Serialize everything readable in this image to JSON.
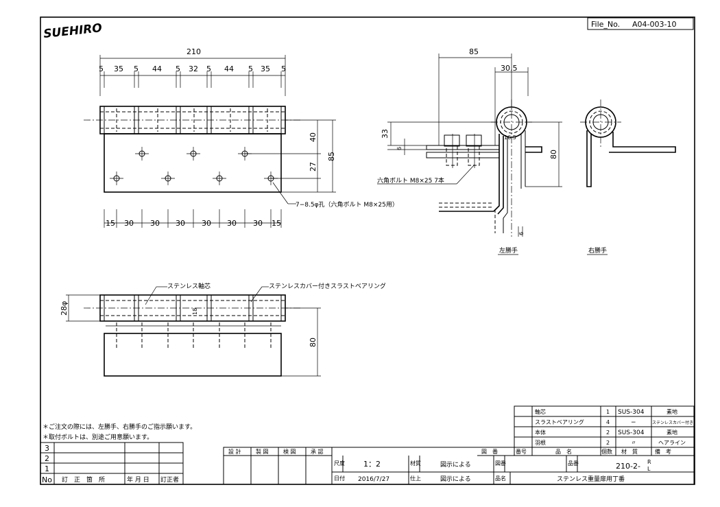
{
  "header": {
    "logo_text": "SUEHIRO",
    "file_label": "File_No.",
    "file_no": "A04-003-10"
  },
  "front_view": {
    "overall_width": "210",
    "segments_top": [
      "5",
      "35",
      "5",
      "44",
      "5",
      "32",
      "5",
      "44",
      "5",
      "35",
      "5"
    ],
    "height_overall": "85",
    "height_upper": "40",
    "height_lower": "27",
    "hole_note": "7−8.5φ孔（六角ボルト M8×25用）",
    "segments_bottom": [
      "15",
      "30",
      "30",
      "30",
      "30",
      "30",
      "30",
      "15"
    ]
  },
  "side_view": {
    "width_overall": "85",
    "width_inner": "30.5",
    "dim_33": "33",
    "dim_6": "6",
    "dim_16_5": "16.5",
    "dim_80": "80",
    "bolt_note": "六角ボルト M8×25 7本",
    "left_label": "左勝手",
    "right_label": "右勝手"
  },
  "plan_view": {
    "pin_label": "ステンレス軸芯",
    "bearing_label": "ステンレスカバー付きスラストベアリング",
    "dia_label": "28φ",
    "pin_dia": "18",
    "dim_80": "80"
  },
  "notes": [
    "＊ご注文の際には、左勝手、右勝手のご指示願います。",
    "＊取付ボルトは、別途ご用意願います。"
  ],
  "parts_table": {
    "rows": [
      {
        "name": "軸芯",
        "qty": "1",
        "material": "SUS-304",
        "note": "素地"
      },
      {
        "name": "スラストベアリング",
        "qty": "4",
        "material": "−",
        "note": "ステンレスカバー付き"
      },
      {
        "name": "本体",
        "qty": "2",
        "material": "SUS-304",
        "note": "素地"
      },
      {
        "name": "羽根",
        "qty": "2",
        "material": "〃",
        "note": "ヘアライン"
      }
    ],
    "header": {
      "drawing_no": "図　番",
      "part_no": "番号",
      "name": "品　名",
      "qty": "個数",
      "material": "材　質",
      "remarks": "備　考"
    }
  },
  "revision_table": {
    "rows": [
      "3",
      "2",
      "1"
    ],
    "header": {
      "no": "No",
      "desc": "訂　正　箇　所",
      "date": "年 月 日",
      "by": "訂正者"
    }
  },
  "title_block": {
    "roles": [
      "設 計",
      "製 図",
      "検 図",
      "承 認"
    ],
    "scale_label": "尺度",
    "scale": "1：2",
    "date_label": "日付",
    "date": "2016/7/27",
    "material_label": "材質",
    "material": "図示による",
    "finish_label": "仕上",
    "finish": "図示による",
    "dwg_no_label": "図番",
    "part_no_label": "品番",
    "part_no": "210-2-",
    "part_no_r": "R",
    "part_no_l": "L",
    "name_label": "品名",
    "name": "ステンレス重量扉用丁番"
  }
}
